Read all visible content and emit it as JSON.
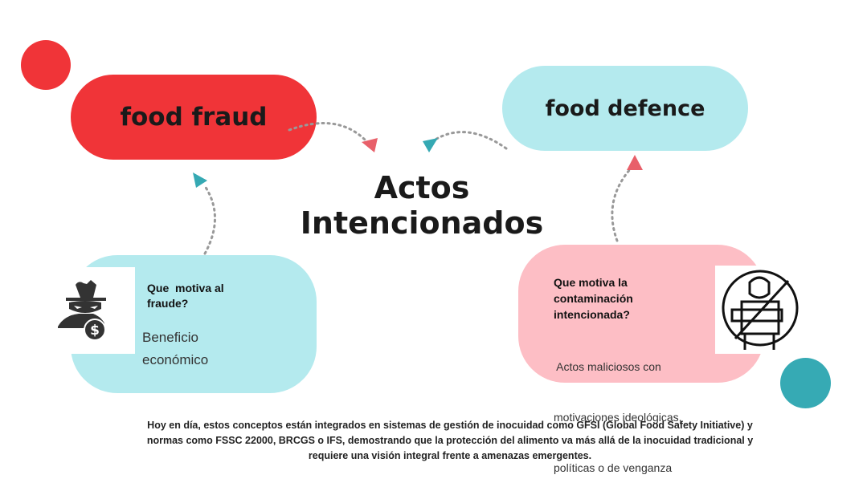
{
  "title": "Actos Intencionados",
  "title_lines": [
    "Actos",
    "Intencionados"
  ],
  "food_fraud": {
    "label": "food fraud",
    "question": "Que  motiva al fraude?",
    "answer_lines": [
      "Beneficio",
      "económico"
    ]
  },
  "food_defence": {
    "label": "food defence",
    "question_lines": [
      "Que motiva la",
      "contaminación",
      "intencionada?"
    ],
    "answer_lines": [
      " Actos maliciosos con",
      "motivaciones ideológicas,",
      "políticas o de venganza"
    ]
  },
  "footer": "Hoy en día, estos conceptos están integrados en sistemas de gestión de inocuidad como GFSI (Global Food Safety Initiative) y normas como FSSC 22000, BRCGS o IFS, demostrando que la protección del alimento va más allá de la inocuidad tradicional y requiere una visión integral frente a amenazas emergentes.",
  "colors": {
    "red": "#f03438",
    "cyan": "#b4eaee",
    "pink": "#fdbec5",
    "teal": "#36aab4",
    "arrow_red": "#e8606a",
    "arrow_teal": "#35a9b3"
  }
}
